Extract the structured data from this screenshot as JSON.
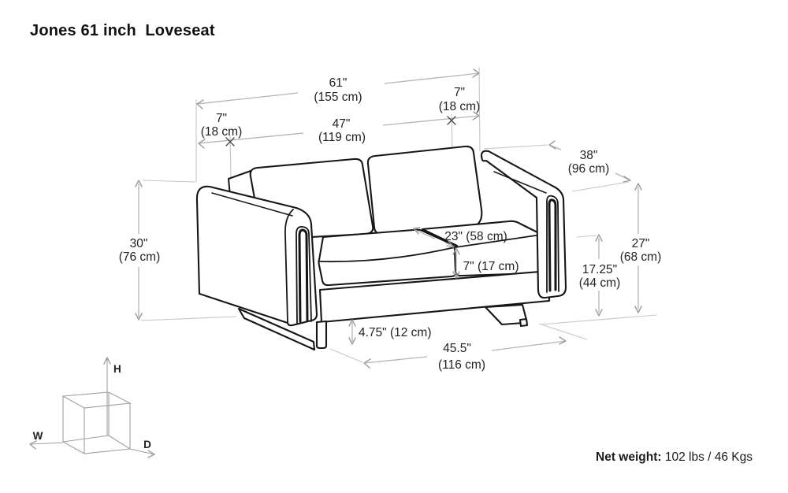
{
  "title": "Jones 61 inch  Loveseat",
  "dimensions": {
    "overall_width": {
      "in": "61\"",
      "cm": "(155 cm)"
    },
    "arm_width_right": {
      "in": "7\"",
      "cm": "(18 cm)"
    },
    "arm_width_left": {
      "in": "7\"",
      "cm": "(18 cm)"
    },
    "interior_width": {
      "in": "47\"",
      "cm": "(119 cm)"
    },
    "overall_depth": {
      "in": "38\"",
      "cm": "(96 cm)"
    },
    "overall_height": {
      "in": "30\"",
      "cm": "(76 cm)"
    },
    "arm_height": {
      "in": "27\"",
      "cm": "(68 cm)"
    },
    "seat_height": {
      "in": "17.25\"",
      "cm": "(44 cm)"
    },
    "seat_depth": {
      "label": "23\" (58 cm)"
    },
    "cushion_thickness": {
      "label": "7\" (17 cm)"
    },
    "leg_height": {
      "label": "4.75\" (12 cm)"
    },
    "base_width": {
      "in": "45.5\"",
      "cm": "(116 cm)"
    }
  },
  "orientation_axes": {
    "height": "H",
    "width": "W",
    "depth": "D"
  },
  "net_weight": {
    "label": "Net weight:",
    "value": " 102 lbs / 46 Kgs"
  },
  "colors": {
    "outline": "#161616",
    "dimension_line": "#b5b5b5",
    "text": "#222222",
    "background": "#ffffff"
  }
}
